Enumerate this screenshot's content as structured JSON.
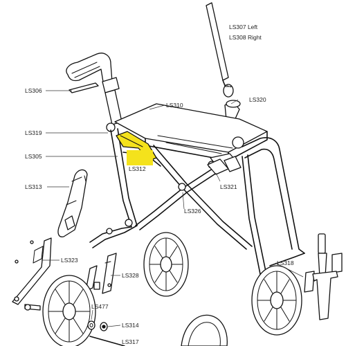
{
  "diagram": {
    "highlight_color": "#f4e21c",
    "line_color": "#111111",
    "labels": {
      "ls307": "LS307 Left",
      "ls308": "LS308 Right",
      "ls320": "LS320",
      "ls306": "LS306",
      "ls310": "LS310",
      "ls319": "LS319",
      "ls305": "LS305",
      "ls312": "LS312",
      "ls321": "LS321",
      "ls313": "LS313",
      "ls326": "LS326",
      "ls318": "LS318",
      "ls323": "LS323",
      "ls328": "LS328",
      "ls477": "LS477",
      "ls314": "LS314",
      "ls317": "LS317"
    }
  }
}
